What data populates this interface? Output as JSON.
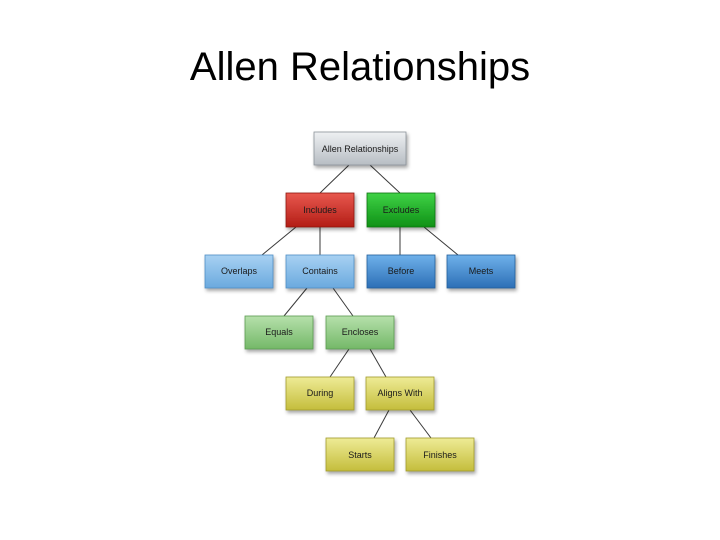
{
  "title": "Allen Relationships",
  "nodes": {
    "root": "Allen Relationships",
    "includes": "Includes",
    "excludes": "Excludes",
    "overlaps": "Overlaps",
    "contains": "Contains",
    "before": "Before",
    "meets": "Meets",
    "equals": "Equals",
    "encloses": "Encloses",
    "during": "During",
    "aligns_with": "Aligns With",
    "starts": "Starts",
    "finishes": "Finishes"
  },
  "colors": {
    "gray": "#c3c8cd",
    "red": "#c8261d",
    "green": "#16a51d",
    "blue": "#3f82c7",
    "light_green": "#86c47a",
    "yellow": "#cfc957"
  }
}
